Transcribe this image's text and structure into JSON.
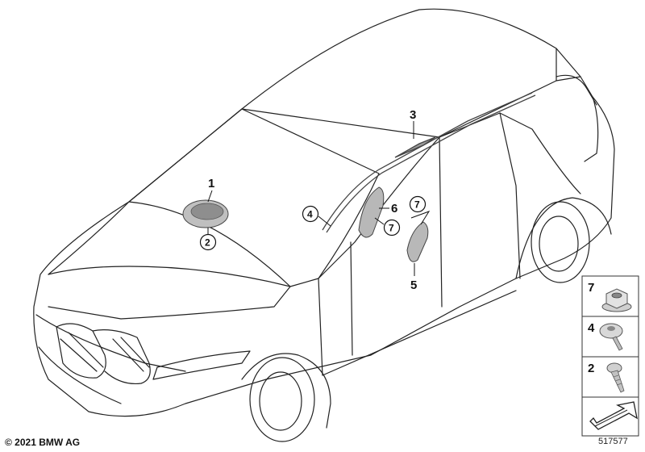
{
  "diagram": {
    "callouts": [
      {
        "id": "1",
        "label": "1"
      },
      {
        "id": "2",
        "label": "2"
      },
      {
        "id": "3",
        "label": "3"
      },
      {
        "id": "4",
        "label": "4"
      },
      {
        "id": "5",
        "label": "5"
      },
      {
        "id": "6",
        "label": "6"
      },
      {
        "id": "7a",
        "label": "7"
      },
      {
        "id": "7b",
        "label": "7"
      }
    ],
    "parts_panel": [
      {
        "number": "7",
        "icon": "flange-nut-icon"
      },
      {
        "number": "4",
        "icon": "torx-screw-icon"
      },
      {
        "number": "2",
        "icon": "hex-bolt-icon"
      }
    ],
    "nav_icon": "navigate-arrow-icon"
  },
  "footer": {
    "copyright": "© 2021 BMW AG",
    "diagram_id": "517577"
  }
}
